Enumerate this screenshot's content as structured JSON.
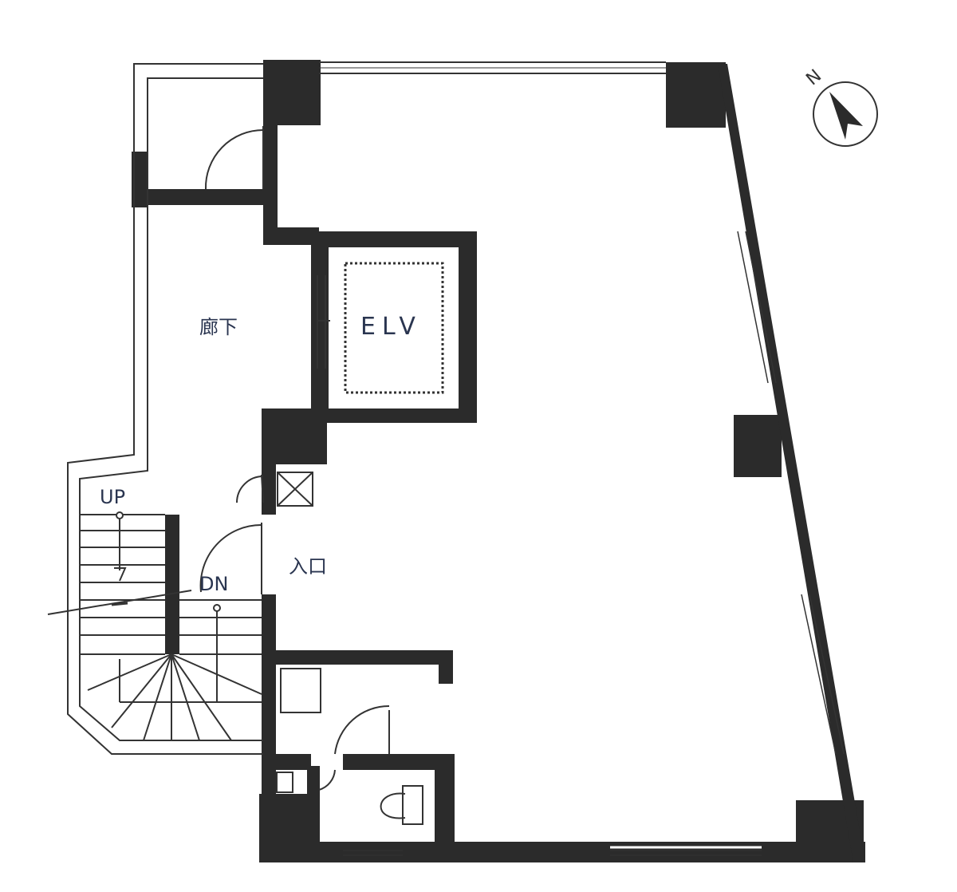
{
  "floor_plan": {
    "corridor_label": "廊下",
    "entrance_label": "入口",
    "elevator_label": "ELV",
    "stair_up_label": "UP",
    "stair_down_label": "DN",
    "north_mark": "N",
    "colors": {
      "wall": "#2b2b2b",
      "line": "#333333",
      "text": "#2a3550",
      "background": "#ffffff"
    }
  }
}
